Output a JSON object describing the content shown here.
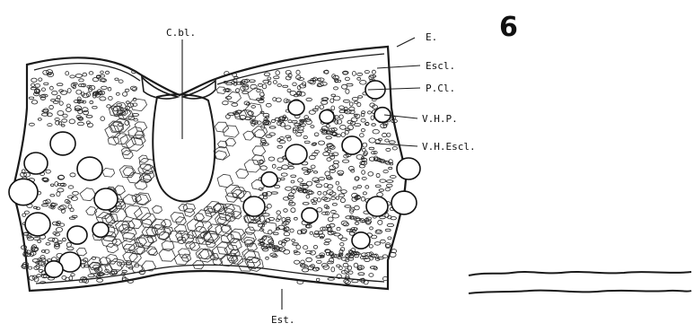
{
  "figure": {
    "number": "6"
  },
  "labels": {
    "c_bl": "C.bl.",
    "e": "E.",
    "escl": "Escl.",
    "p_cl": "P.Cl.",
    "v_h_p": "V.H.P.",
    "v_h_escl": "V.H.Escl.",
    "est": "Est."
  }
}
